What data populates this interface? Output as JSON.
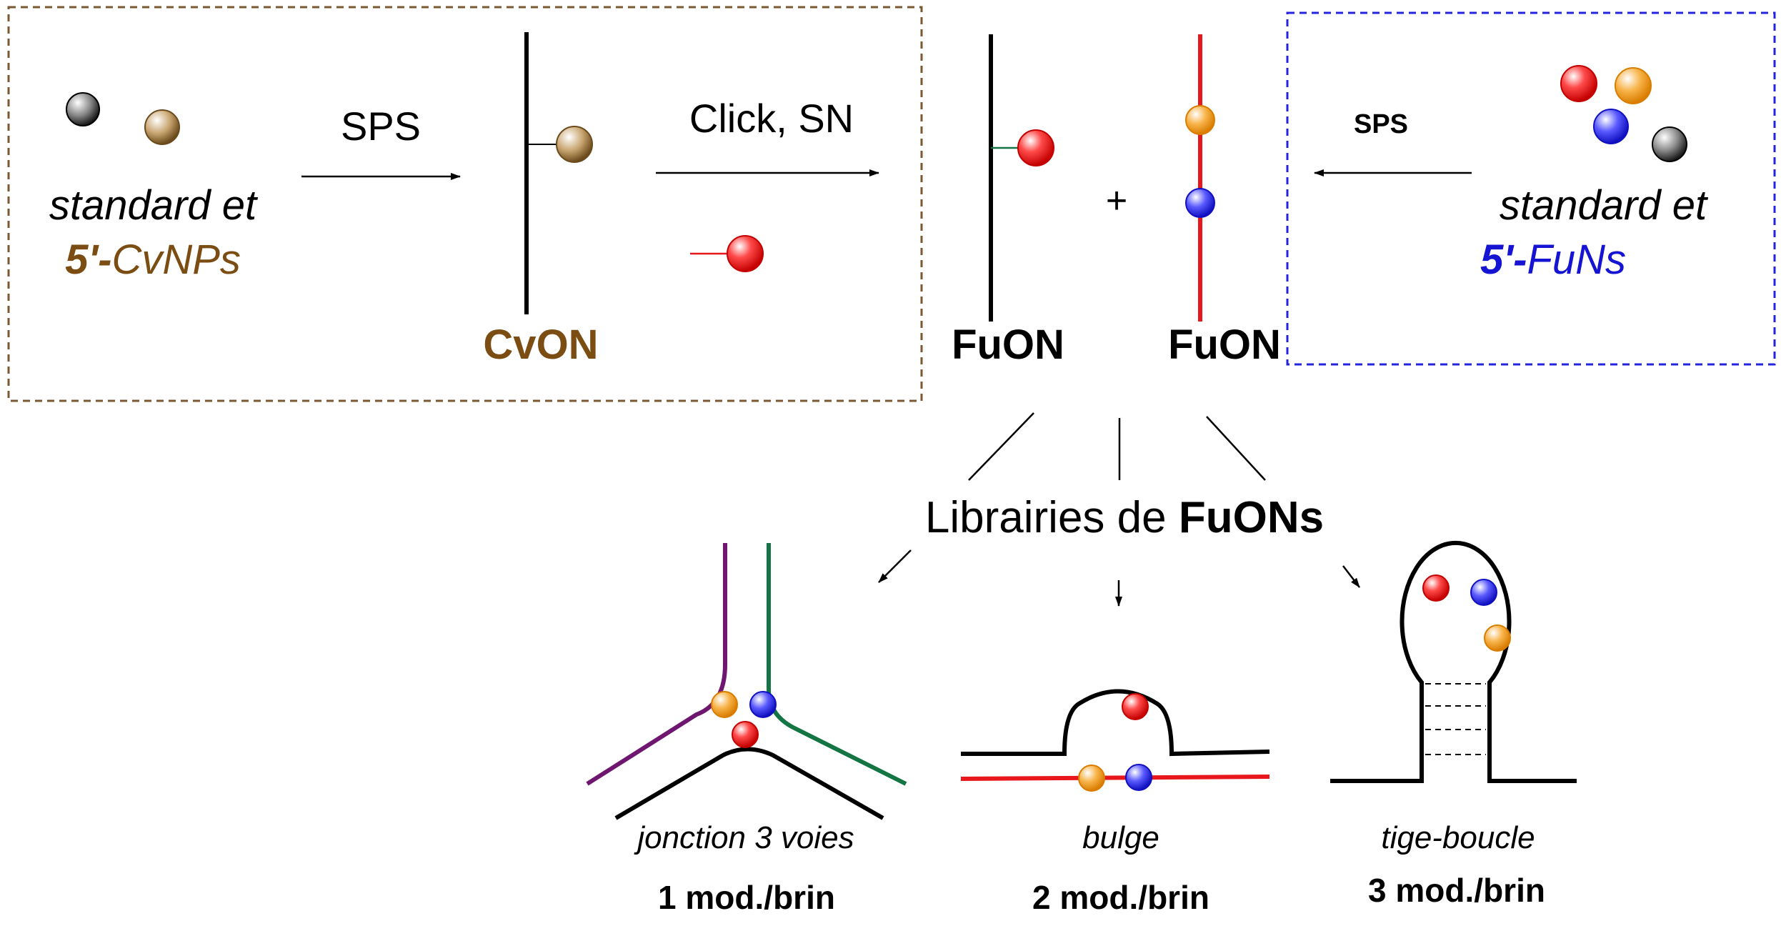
{
  "left_box": {
    "arrow1_label": "SPS",
    "start_line1": "standard et",
    "start_prefix": "5'-",
    "start_name": "CvNPs",
    "product_label": "CvON",
    "arrow2_label": "Click, SN"
  },
  "middle": {
    "fuon_label_1": "FuON",
    "plus_sign": "+",
    "fuon_label_2": "FuON"
  },
  "right_box": {
    "arrow_label": "SPS",
    "start_line1": "standard et",
    "start_prefix": "5'-",
    "start_name": "FuNs"
  },
  "library": {
    "label_prefix": "Librairies de ",
    "label_bold": "FuONs"
  },
  "structures": [
    {
      "name": "jonction 3 voies",
      "mods": "1 mod./brin"
    },
    {
      "name": "bulge",
      "mods": "2 mod./brin"
    },
    {
      "name": "tige-boucle",
      "mods": "3 mod./brin"
    }
  ],
  "colors": {
    "brown": "#7b4d12",
    "blue_text": "#1414d2",
    "red_strand": "#e8171c",
    "purple_strand": "#6e1670",
    "green_strand": "#137544",
    "box_brown_border": "#7b5a33",
    "box_blue_border": "#2424e0"
  }
}
